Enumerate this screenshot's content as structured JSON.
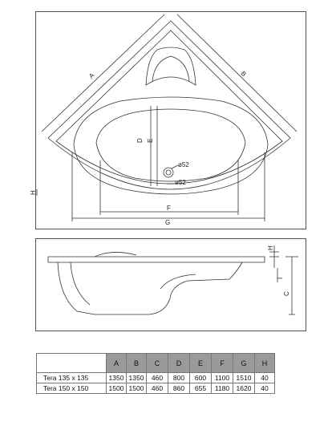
{
  "top_view": {
    "labels": {
      "a": "A",
      "b": "B",
      "d": "D",
      "e": "E",
      "f": "F",
      "g": "G",
      "h": "H",
      "drain1": "ø52",
      "drain2": "ø52"
    }
  },
  "side_view": {
    "labels": {
      "h": "H",
      "c": "C",
      "i": "I"
    }
  },
  "spec_table": {
    "columns": [
      "A",
      "B",
      "C",
      "D",
      "E",
      "F",
      "G",
      "H"
    ],
    "rows": [
      {
        "model": "Tera 135 x 135",
        "values": [
          "1350",
          "1350",
          "460",
          "800",
          "600",
          "1100",
          "1510",
          "40"
        ]
      },
      {
        "model": "Tera 150 x 150",
        "values": [
          "1500",
          "1500",
          "460",
          "860",
          "655",
          "1180",
          "1620",
          "40"
        ]
      }
    ]
  }
}
